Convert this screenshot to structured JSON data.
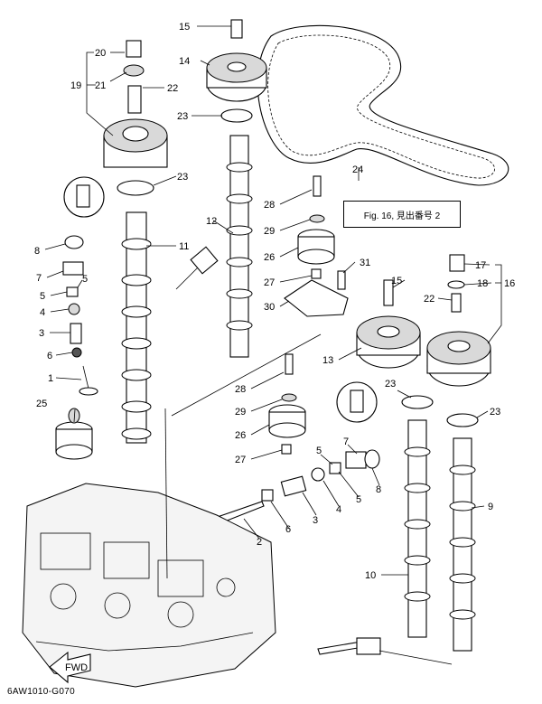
{
  "fig_reference": "Fig. 16, 見出番号 2",
  "diagram_code": "6AW1010-G070",
  "fwd_label": "FWD",
  "callouts": [
    "1",
    "2",
    "3",
    "4",
    "5",
    "6",
    "7",
    "8",
    "9",
    "10",
    "11",
    "12",
    "13",
    "14",
    "15",
    "16",
    "17",
    "18",
    "19",
    "20",
    "21",
    "22",
    "23",
    "24",
    "25",
    "26",
    "27",
    "28",
    "29",
    "30",
    "31"
  ]
}
